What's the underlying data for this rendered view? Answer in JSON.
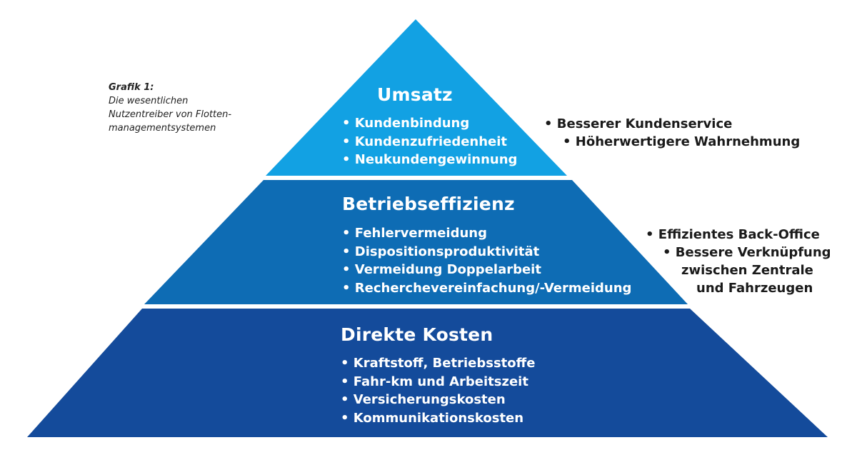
{
  "caption": {
    "title": "Grafik 1:",
    "lines": [
      "Die wesentlichen",
      "Nutzentreiber von Flotten-",
      "managementsystemen"
    ]
  },
  "tiers": [
    {
      "title": "Umsatz",
      "items": [
        "Kundenbindung",
        "Kundenzufriedenheit",
        "Neukundengewinnung"
      ],
      "color": "#12a1e3"
    },
    {
      "title": "Betriebseffizienz",
      "items": [
        "Fehlervermeidung",
        "Dispositionsproduktivität",
        "Vermeidung Doppelarbeit",
        "Recherchevereinfachung/-Vermeidung"
      ],
      "color": "#0e6cb4"
    },
    {
      "title": "Direkte Kosten",
      "items": [
        "Kraftstoff, Betriebsstoffe",
        "Fahr-km und Arbeitszeit",
        "Versicherungskosten",
        "Kommunikationskosten"
      ],
      "color": "#144b9b"
    }
  ],
  "side_notes": {
    "umsatz": [
      "Besserer Kundenservice",
      "Höherwertigere Wahrnehmung"
    ],
    "betriebseffizienz": [
      "Effizientes Back-Office",
      "Bessere Verknüpfung",
      "zwischen Zentrale",
      "und Fahrzeugen"
    ]
  }
}
